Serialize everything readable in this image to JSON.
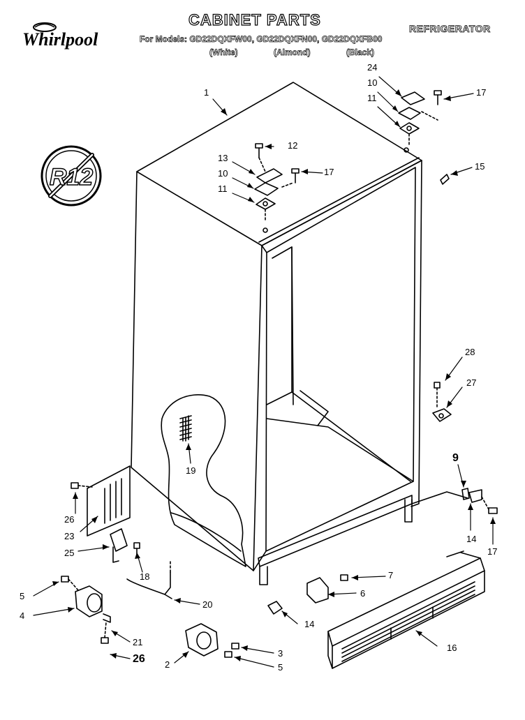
{
  "header": {
    "title": "CABINET PARTS",
    "appliance": "REFRIGERATOR",
    "models": "For Models: GD22DQXFW00, GD22DQXFN00, GD22DQXFB00",
    "colors": [
      "(White)",
      "(Almond)",
      "(Black)"
    ]
  },
  "brand": {
    "logo_text": "Whirlpool"
  },
  "badge": {
    "text": "R12",
    "icon": "prohibited-r12-icon"
  },
  "callouts": [
    {
      "id": "c1",
      "label": "1"
    },
    {
      "id": "c24",
      "label": "24"
    },
    {
      "id": "c10a",
      "label": "10"
    },
    {
      "id": "c17a",
      "label": "17"
    },
    {
      "id": "c11a",
      "label": "11"
    },
    {
      "id": "c12",
      "label": "12"
    },
    {
      "id": "c13",
      "label": "13"
    },
    {
      "id": "c10b",
      "label": "10"
    },
    {
      "id": "c17b",
      "label": "17"
    },
    {
      "id": "c11b",
      "label": "11"
    },
    {
      "id": "c15",
      "label": "15"
    },
    {
      "id": "c28",
      "label": "28"
    },
    {
      "id": "c27",
      "label": "27"
    },
    {
      "id": "c19",
      "label": "19"
    },
    {
      "id": "c9",
      "label": "9"
    },
    {
      "id": "c26a",
      "label": "26"
    },
    {
      "id": "c23",
      "label": "23"
    },
    {
      "id": "c25",
      "label": "25"
    },
    {
      "id": "c14a",
      "label": "14"
    },
    {
      "id": "c17c",
      "label": "17"
    },
    {
      "id": "c18",
      "label": "18"
    },
    {
      "id": "c7",
      "label": "7"
    },
    {
      "id": "c5a",
      "label": "5"
    },
    {
      "id": "c6",
      "label": "6"
    },
    {
      "id": "c20",
      "label": "20"
    },
    {
      "id": "c4",
      "label": "4"
    },
    {
      "id": "c14b",
      "label": "14"
    },
    {
      "id": "c16",
      "label": "16"
    },
    {
      "id": "c21",
      "label": "21"
    },
    {
      "id": "c26b",
      "label": "26"
    },
    {
      "id": "c3",
      "label": "3"
    },
    {
      "id": "c2",
      "label": "2"
    },
    {
      "id": "c5b",
      "label": "5"
    }
  ]
}
